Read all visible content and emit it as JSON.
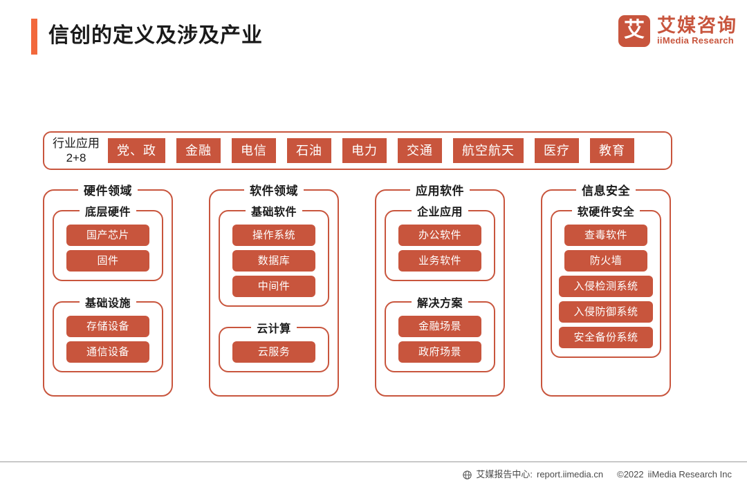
{
  "header": {
    "title": "信创的定义及涉及产业",
    "accent_color": "#f2683c",
    "logo": {
      "mark_glyph": "艾",
      "name_cn": "艾媒咨询",
      "name_en": "iiMedia Research",
      "brand_color": "#c8553d"
    }
  },
  "diagram": {
    "industry_bar": {
      "label_line1": "行业应用",
      "label_line2": "2+8",
      "tags": [
        "党、政",
        "金融",
        "电信",
        "石油",
        "电力",
        "交通",
        "航空航天",
        "医疗",
        "教育"
      ]
    },
    "columns": [
      {
        "title": "硬件领域",
        "groups": [
          {
            "title": "底层硬件",
            "items": [
              "国产芯片",
              "固件"
            ]
          },
          {
            "title": "基础设施",
            "items": [
              "存储设备",
              "通信设备"
            ]
          }
        ]
      },
      {
        "title": "软件领域",
        "groups": [
          {
            "title": "基础软件",
            "items": [
              "操作系统",
              "数据库",
              "中间件"
            ]
          },
          {
            "title": "云计算",
            "items": [
              "云服务"
            ]
          }
        ]
      },
      {
        "title": "应用软件",
        "groups": [
          {
            "title": "企业应用",
            "items": [
              "办公软件",
              "业务软件"
            ]
          },
          {
            "title": "解决方案",
            "items": [
              "金融场景",
              "政府场景"
            ]
          }
        ]
      },
      {
        "title": "信息安全",
        "groups": [
          {
            "title": "软硬件安全",
            "items": [
              "查毒软件",
              "防火墙",
              "入侵检测系统",
              "入侵防御系统",
              "安全备份系统"
            ]
          }
        ]
      }
    ],
    "box_color": "#c8553d",
    "tag_color": "#c8553d"
  },
  "footer": {
    "globe_icon": "globe-icon",
    "source_label": "艾媒报告中心:",
    "source_url": "report.iimedia.cn",
    "copyright": "©2022",
    "company": "iiMedia Research  Inc"
  }
}
